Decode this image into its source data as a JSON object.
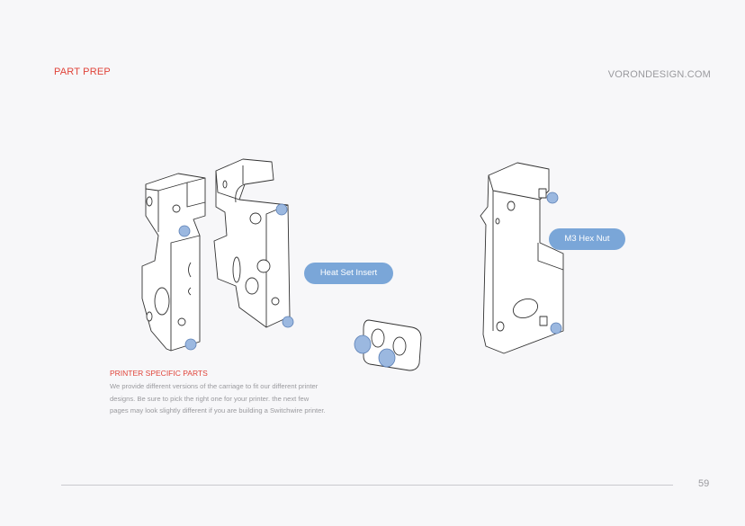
{
  "header": {
    "section_title": "PART PREP",
    "website": "VORONDESIGN.COM"
  },
  "callouts": {
    "heat_set_insert": "Heat Set Insert",
    "m3_hex_nut": "M3 Hex Nut"
  },
  "info": {
    "title": "PRINTER SPECIFIC PARTS",
    "body": "We provide different versions of the carriage to fit our different printer designs. Be sure to pick the right one for your printer. the next few pages may look slightly different if you are building a Switchwire printer."
  },
  "footer": {
    "page_number": "59"
  },
  "colors": {
    "accent_red": "#e0443a",
    "callout_blue": "#7aa6d8",
    "hardware_blue": "#9bb8e0",
    "muted_text": "#9a9a9e",
    "background": "#f7f7f9"
  }
}
